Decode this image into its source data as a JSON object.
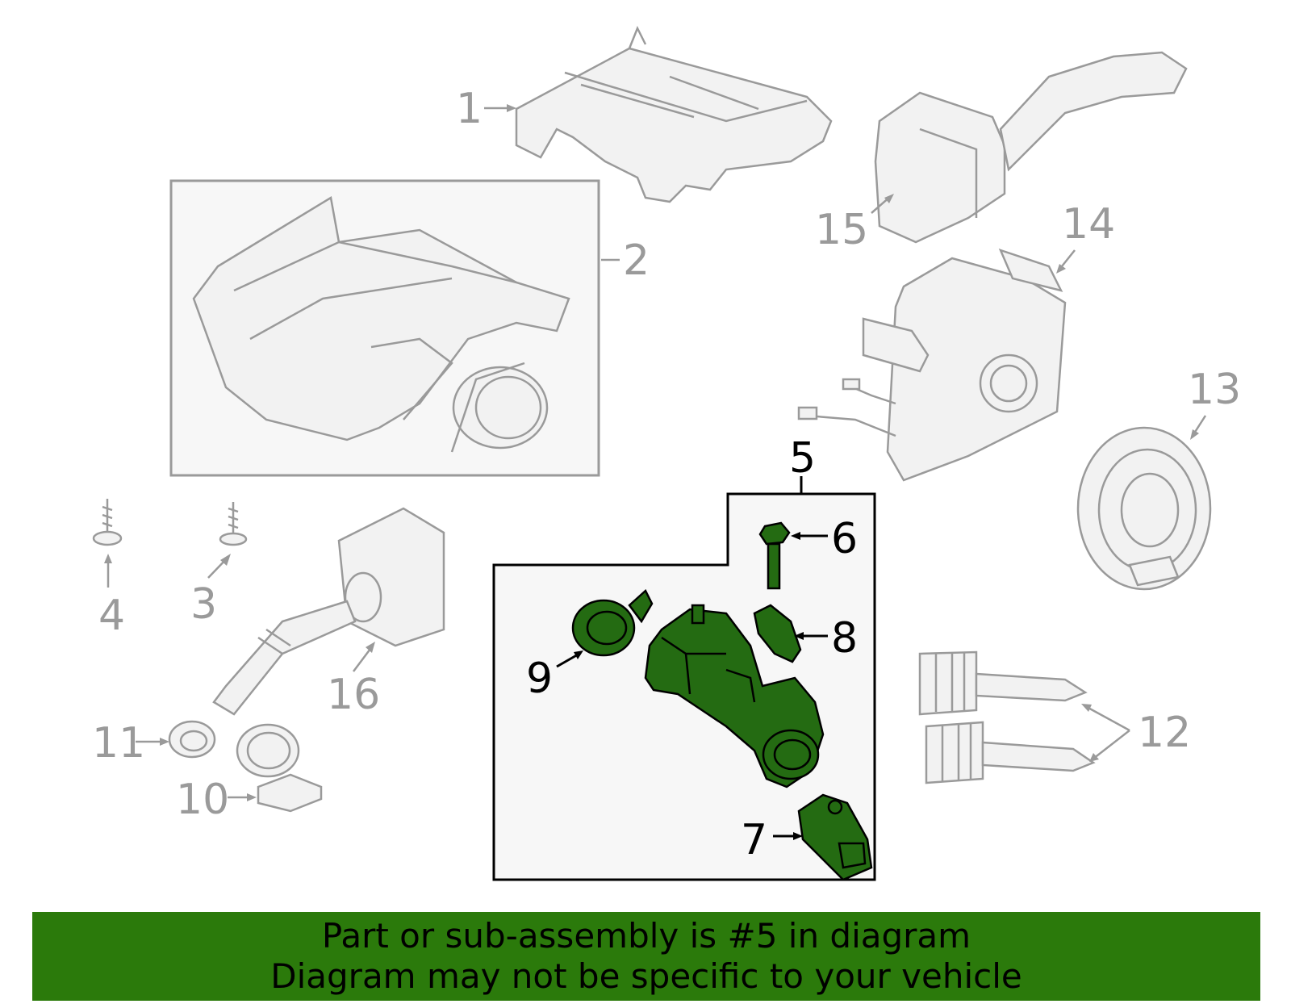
{
  "callouts": {
    "c1": "1",
    "c2": "2",
    "c3": "3",
    "c4": "4",
    "c5": "5",
    "c6": "6",
    "c7": "7",
    "c8": "8",
    "c9": "9",
    "c10": "10",
    "c11": "11",
    "c12": "12",
    "c13": "13",
    "c14": "14",
    "c15": "15",
    "c16": "16"
  },
  "highlight": {
    "color": "#2b7a0b",
    "part_color": "#246b12"
  },
  "banner": {
    "line1": "Part or sub-assembly is #5 in diagram",
    "line2": "Diagram may not be specific to your vehicle"
  }
}
